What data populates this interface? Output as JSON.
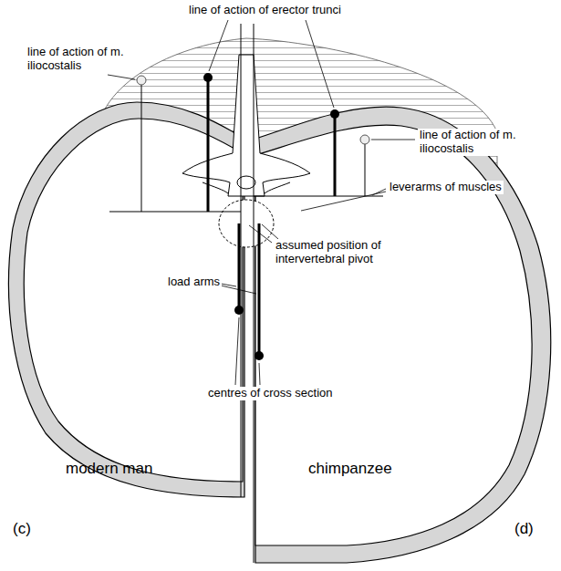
{
  "diagram": {
    "labels": [
      "line of action of erector trunci",
      "line of action of m. iliocostalis",
      "line of action of m. iliocostalis",
      "leverarms of muscles",
      "assumed position of intervertebral pivot",
      "load arms",
      "centres of cross section",
      "modern man",
      "chimpanzee",
      "(c)",
      "(d)"
    ]
  }
}
